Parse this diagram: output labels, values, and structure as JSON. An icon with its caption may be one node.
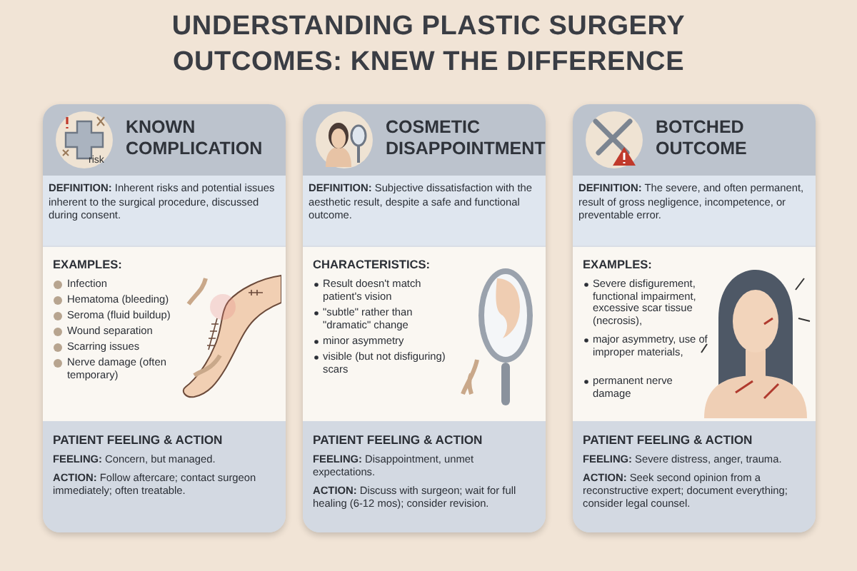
{
  "diagram": {
    "title": "UNDERSTANDING PLASTIC SURGERY OUTCOMES: KNEW THE DIFFERENCE",
    "nodes": [
      {
        "text": [
          "KNOWN COMPLICATION",
          "**DEFINITION:** Inherent risks and potential issues inherent to the surgical procedure, discussed during consent.",
          "EXAMPLES:",
          "Infection",
          "Hematoma (bleeding)",
          "Seroma (fluid buildup)",
          "Wound separation",
          "Scarring issues",
          "Nerve damage (often temporary)",
          "PATIENT FEELING & ACTION",
          "**FEELING:** Concern, but managed.",
          "**ACTION:** Follow aftercare; contact surgeon immediately; often treatable."
        ]
      },
      {
        "text": [
          "COSMETIC DISAPPOINTMENT",
          "**DEFINITION:** Subjective dissatisfaction with the aesthetic result, despite a safe and functional outcome.",
          "CHARACTERISTICS:",
          "Result doesn't match patient's vision",
          "\"subtle\" rather than \"dramatic\" change",
          "minor asymmetry",
          "visible (but not disfiguring) scars",
          "PATIENT FEELING & ACTION",
          "**FEELING:** Disappointment, unmet expectations.",
          "**ACTION:** Discuss with surgeon; wait for full healing (6-12 mos); consider revision."
        ]
      },
      {
        "text": [
          "BOTCHED OUTCOME",
          "**DEFINITION:** The severe, and often permanent, result of gross negligence, incompetence, or preventable error.",
          "EXAMPLES:",
          "Severe disfigurement, functional impairment, excessive scar tissue (necrosis),",
          "major asymmetry, use of improper materials,",
          "permanent nerve damage",
          "PATIENT FEELING & ACTION",
          "**FEELING:** Severe distress, anger, trauma.",
          "**ACTION:** Seek second opinion from a reconstructive expert; document everything; consider legal counsel."
        ]
      }
    ],
    "labels": [
      "risk"
    ]
  }
}
